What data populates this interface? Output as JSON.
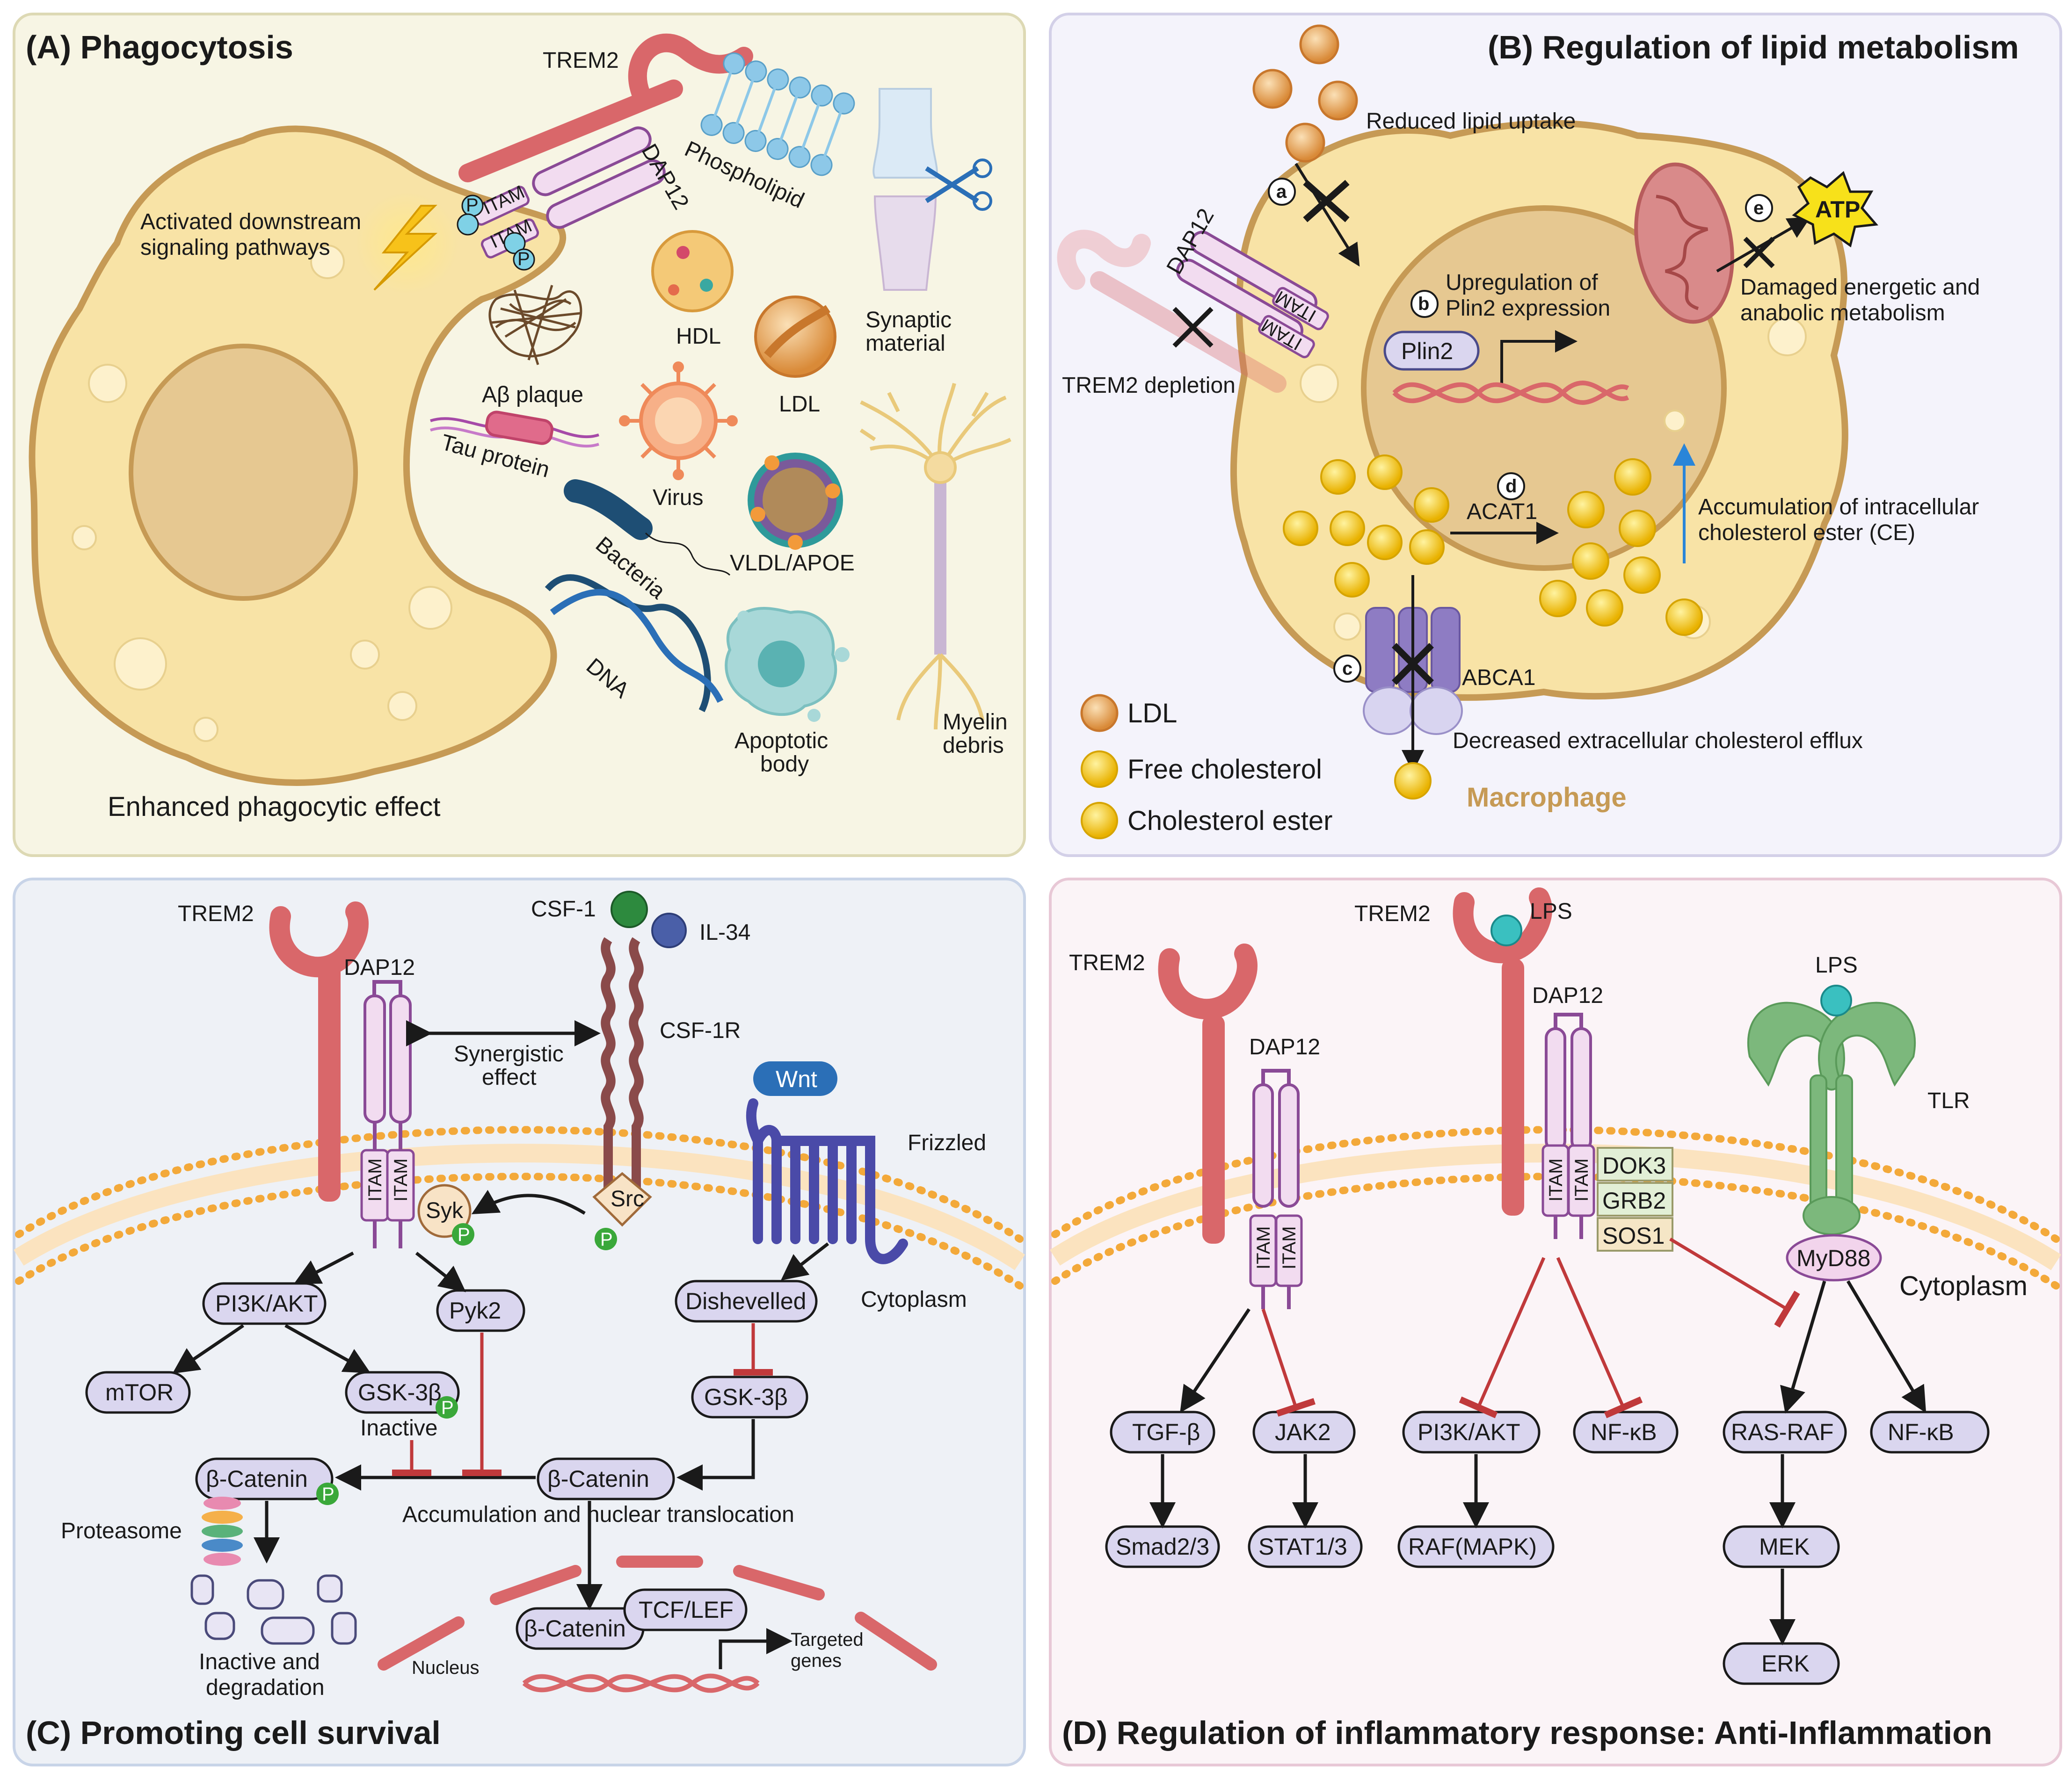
{
  "panel_a": {
    "title": "(A) Phagocytosis",
    "trem2": "TREM2",
    "dap12": "DAP12",
    "itam": "ITAM",
    "p": "P",
    "activated": [
      "Activated downstream",
      "signaling pathways"
    ],
    "phospholipid": "Phospholipid",
    "synaptic": [
      "Synaptic",
      "material"
    ],
    "hdl": "HDL",
    "ldl": "LDL",
    "abeta": "Aβ plaque",
    "tau": "Tau protein",
    "virus": "Virus",
    "bacteria": "Bacteria",
    "vldl": "VLDL/APOE",
    "dna": "DNA",
    "apoptotic": [
      "Apoptotic",
      "body"
    ],
    "myelin": [
      "Myelin",
      "debris"
    ],
    "enhanced": "Enhanced phagocytic effect"
  },
  "panel_b": {
    "title": "(B) Regulation of lipid metabolism",
    "reduced": "Reduced lipid uptake",
    "a": "a",
    "b": "b",
    "c": "c",
    "d": "d",
    "e": "e",
    "dap12": "DAP12",
    "itam": "ITAM",
    "trem2_depletion": "TREM2 depletion",
    "upregulation": [
      "Upregulation of",
      "Plin2 expression"
    ],
    "plin2": "Plin2",
    "atp": "ATP",
    "damaged": [
      "Damaged energetic and",
      "anabolic metabolism"
    ],
    "acat1": "ACAT1",
    "accumulation": [
      "Accumulation of intracellular",
      "cholesterol ester (CE)"
    ],
    "abca1": "ABCA1",
    "decreased": "Decreased extracellular cholesterol efflux",
    "legend": [
      "LDL",
      "Free cholesterol",
      "Cholesterol ester"
    ],
    "macrophage": "Macrophage"
  },
  "panel_c": {
    "title": "(C) Promoting cell survival",
    "trem2": "TREM2",
    "csf1": "CSF-1",
    "il34": "IL-34",
    "dap12": "DAP12",
    "synergistic": [
      "Synergistic",
      "effect"
    ],
    "csf1r": "CSF-1R",
    "wnt": "Wnt",
    "frizzled": "Frizzled",
    "itam": "ITAM",
    "syk": "Syk",
    "src": "Src",
    "p": "P",
    "pi3k": "PI3K/AKT",
    "pyk2": "Pyk2",
    "dishevelled": "Dishevelled",
    "cytoplasm": "Cytoplasm",
    "mtor": "mTOR",
    "gsk_left": "GSK-3β",
    "gsk_right": "GSK-3β",
    "inactive": "Inactive",
    "bcat1": "β-Catenin",
    "bcat2": "β-Catenin",
    "bcat3": "β-Catenin",
    "proteasome": "Proteasome",
    "accum": "Accumulation and nuclear translocation",
    "tcf": "TCF/LEF",
    "targeted": [
      "Targeted",
      "genes"
    ],
    "nucleus": "Nucleus",
    "inactive_deg": [
      "Inactive and",
      "degradation"
    ]
  },
  "panel_d": {
    "title": "(D) Regulation of inflammatory response: Anti-Inflammation",
    "trem2_a": "TREM2",
    "trem2_b": "TREM2",
    "lps_a": "LPS",
    "lps_b": "LPS",
    "dap12_a": "DAP12",
    "dap12_b": "DAP12",
    "tlr": "TLR",
    "itam": "ITAM",
    "dok3": "DOK3",
    "grb2": "GRB2",
    "sos1": "SOS1",
    "myd88": "MyD88",
    "cytoplasm": "Cytoplasm",
    "tgf": "TGF-β",
    "jak2": "JAK2",
    "pi3k": "PI3K/AKT",
    "nfkb1": "NF-κB",
    "rasraf": "RAS-RAF",
    "nfkb2": "NF-κB",
    "smad": "Smad2/3",
    "stat": "STAT1/3",
    "raf": "RAF(MAPK)",
    "mek": "MEK",
    "erk": "ERK"
  },
  "colors": {
    "panel_a_bg": "#f7f5e4",
    "panel_b_bg": "#f4f3fb",
    "panel_c_bg": "#eef1f6",
    "panel_d_bg": "#fbf4f7",
    "cell": "#f8e3a6",
    "cell_border": "#c69a55",
    "nucleus": "#e6c891",
    "trem2": "#d9676a",
    "dap12": "#f2dcf0",
    "node_fill": "#dad6ef",
    "membrane": "#f3a93a",
    "inhibit": "#c0393b",
    "cholesterol": "#f5c518"
  }
}
